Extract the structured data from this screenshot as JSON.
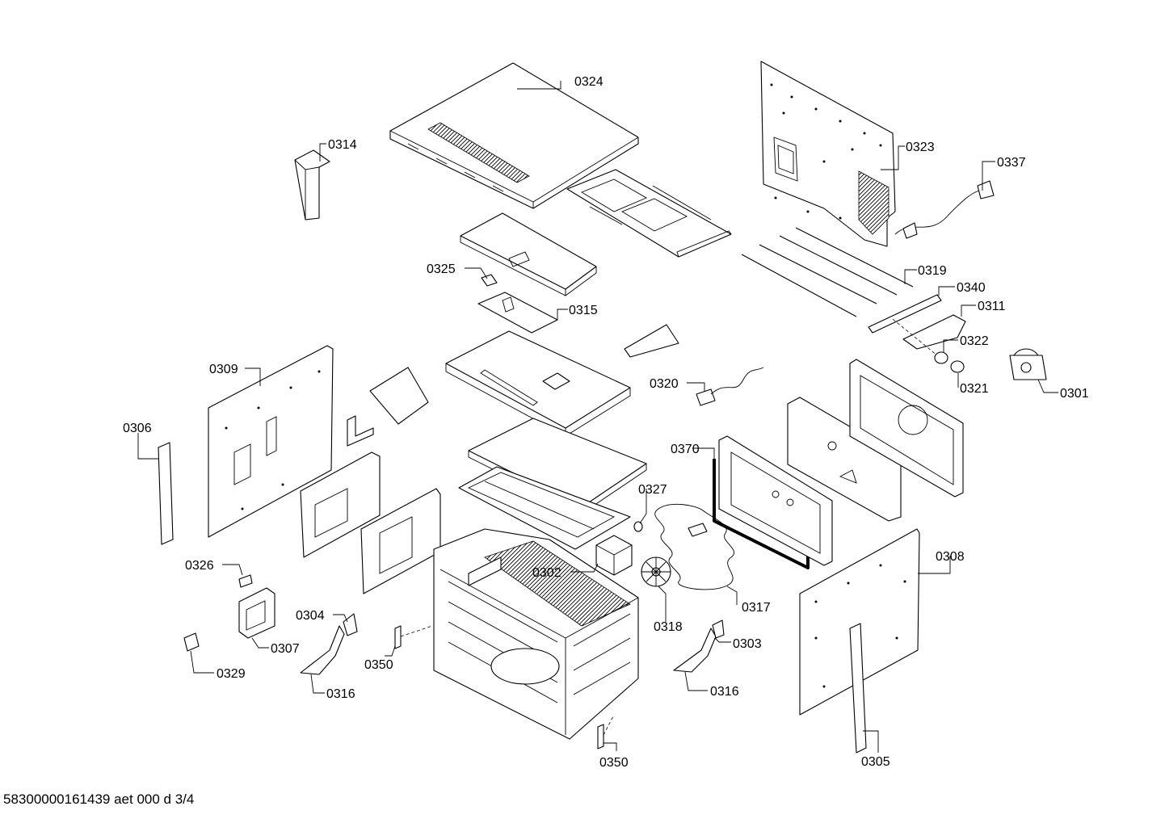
{
  "footer": {
    "code": "58300000161439 aet 000 d 3/4"
  },
  "labels": {
    "p0324": "0324",
    "p0314": "0314",
    "p0323": "0323",
    "p0337": "0337",
    "p0325": "0325",
    "p0315": "0315",
    "p0319": "0319",
    "p0340": "0340",
    "p0311": "0311",
    "p0322": "0322",
    "p0321": "0321",
    "p0301": "0301",
    "p0309": "0309",
    "p0320": "0320",
    "p0306": "0306",
    "p0370": "0370",
    "p0327": "0327",
    "p0308": "0308",
    "p0326": "0326",
    "p0302": "0302",
    "p0317": "0317",
    "p0304": "0304",
    "p0318": "0318",
    "p0303": "0303",
    "p0307": "0307",
    "p0350a": "0350",
    "p0329": "0329",
    "p0316a": "0316",
    "p0316b": "0316",
    "p0350b": "0350",
    "p0305": "0305"
  }
}
